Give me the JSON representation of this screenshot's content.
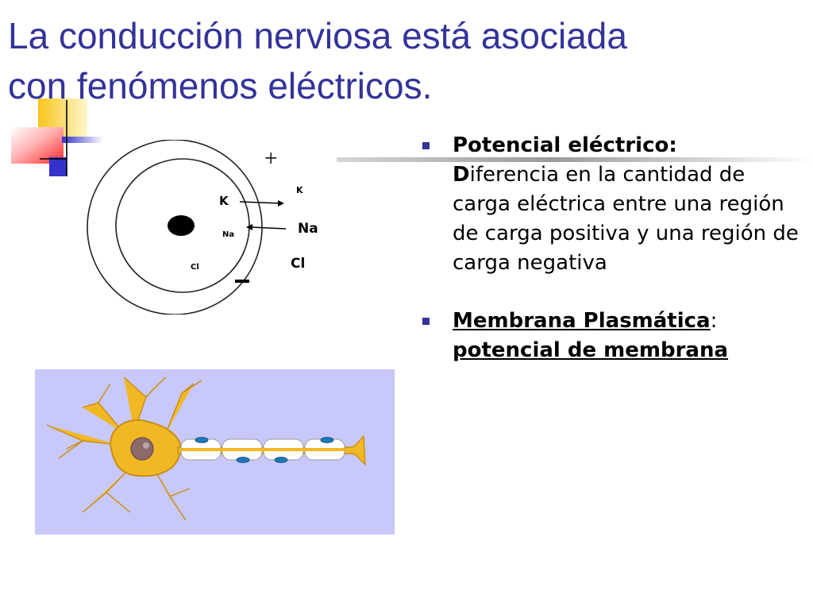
{
  "slide": {
    "title_line1": "La conducción nerviosa está asociada",
    "title_line2": "con fenómenos eléctricos."
  },
  "bullets": [
    {
      "term": "Potencial eléctrico:",
      "def_first": "D",
      "def_rest": "iferencia en la cantidad de carga eléctrica entre una región de carga positiva y una región de carga negativa"
    },
    {
      "term": "Membrana Plasmática",
      "colon": ":",
      "sub": "potencial de membrana"
    }
  ],
  "atom_labels": {
    "plus": "+",
    "minus": "−",
    "k_inner": "K",
    "k_outer": "K",
    "na_inner": "Na",
    "na_outer": "Na",
    "cl_inner": "Cl",
    "cl_outer": "Cl"
  },
  "colors": {
    "title": "#333399",
    "bullet": "#333399",
    "neuron_bg": "#c8c8fa",
    "neuron_body": "#f2b824",
    "deco_yellow": "#f7c51b",
    "deco_blue": "#3333cc",
    "deco_red": "#ff3333"
  }
}
